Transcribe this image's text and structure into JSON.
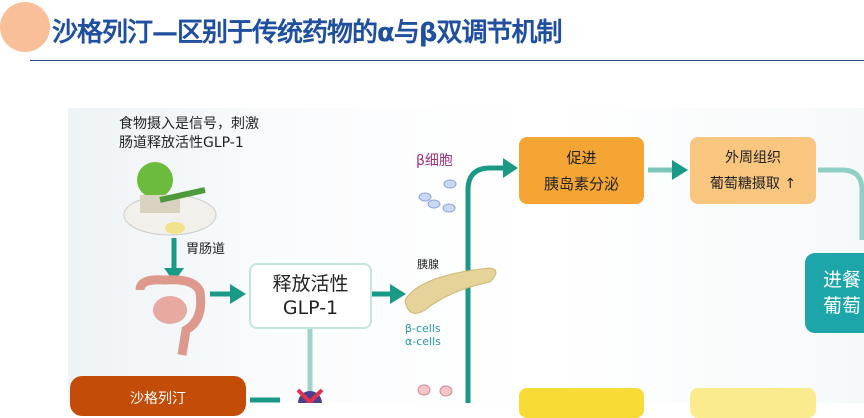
{
  "header": {
    "title": "沙格列汀—区别于传统药物的α与β双调节机制"
  },
  "diagram": {
    "food_caption": [
      "食物摄入是信号，刺激",
      "肠道释放活性GLP-1"
    ],
    "gut_label": "胃肠道",
    "glp_box": [
      "释放活性",
      "GLP-1"
    ],
    "beta_cell_label": "β细胞",
    "pancreas_label": "胰腺",
    "cell_labels": [
      "β-cells",
      "α-cells"
    ],
    "insulin_box": [
      "促进",
      "胰岛素分泌"
    ],
    "uptake_box": [
      "外周组织",
      "葡萄糖摄取 ↑"
    ],
    "meal_box": [
      "进餐",
      "葡萄"
    ],
    "drug_box": "沙格列汀"
  },
  "colors": {
    "title": "#1f4f9e",
    "arrow": "#1a9a86",
    "orange": "#f4a534",
    "teal": "#1ca6aa"
  }
}
